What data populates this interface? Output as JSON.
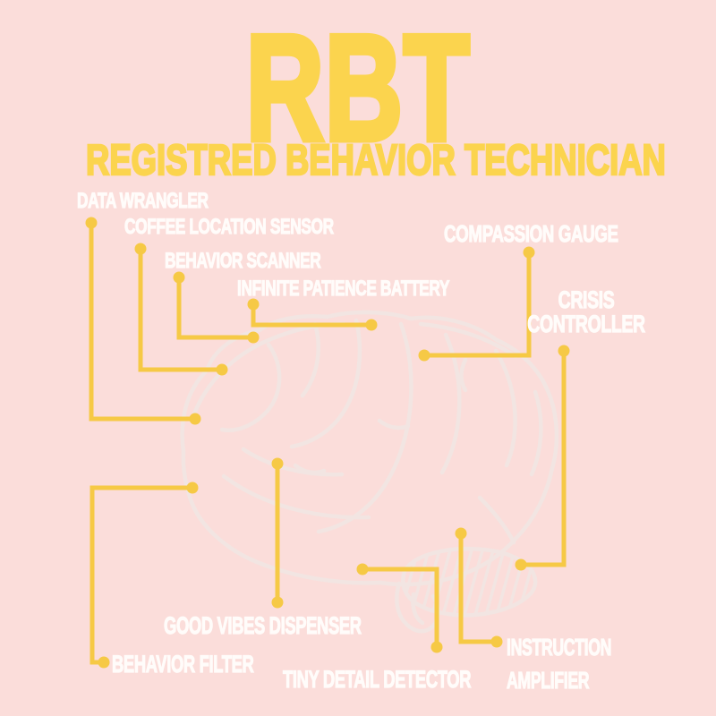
{
  "colors": {
    "background": "#FBDDDA",
    "title_yellow": "#FBD44E",
    "connector_yellow": "#F6C945",
    "label_white": "#FFFCFA",
    "brain_line": "#F2E5E2"
  },
  "header": {
    "title": "RBT",
    "subtitle": "REGISTRED BEHAVIOR TECHNICIAN"
  },
  "diagram": {
    "subject": "side-view brain line illustration with callout lines",
    "brain_labels": [
      {
        "id": "data-wrangler",
        "text": "DATA WRANGLER"
      },
      {
        "id": "coffee-location-sensor",
        "text": "COFFEE LOCATION SENSOR"
      },
      {
        "id": "behavior-scanner",
        "text": "BEHAVIOR SCANNER"
      },
      {
        "id": "infinite-patience-battery",
        "text": "INFINITE PATIENCE BATTERY"
      },
      {
        "id": "compassion-gauge",
        "text": "COMPASSION GAUGE"
      },
      {
        "id": "crisis-controller",
        "text": "CRISIS CONTROLLER"
      },
      {
        "id": "good-vibes-dispenser",
        "text": "GOOD VIBES DISPENSER"
      },
      {
        "id": "behavior-filter",
        "text": "BEHAVIOR FILTER"
      },
      {
        "id": "tiny-detail-detector",
        "text": "TINY DETAIL DETECTOR"
      },
      {
        "id": "instruction-amplifier",
        "text": "INSTRUCTION AMPLIFIER"
      }
    ]
  }
}
